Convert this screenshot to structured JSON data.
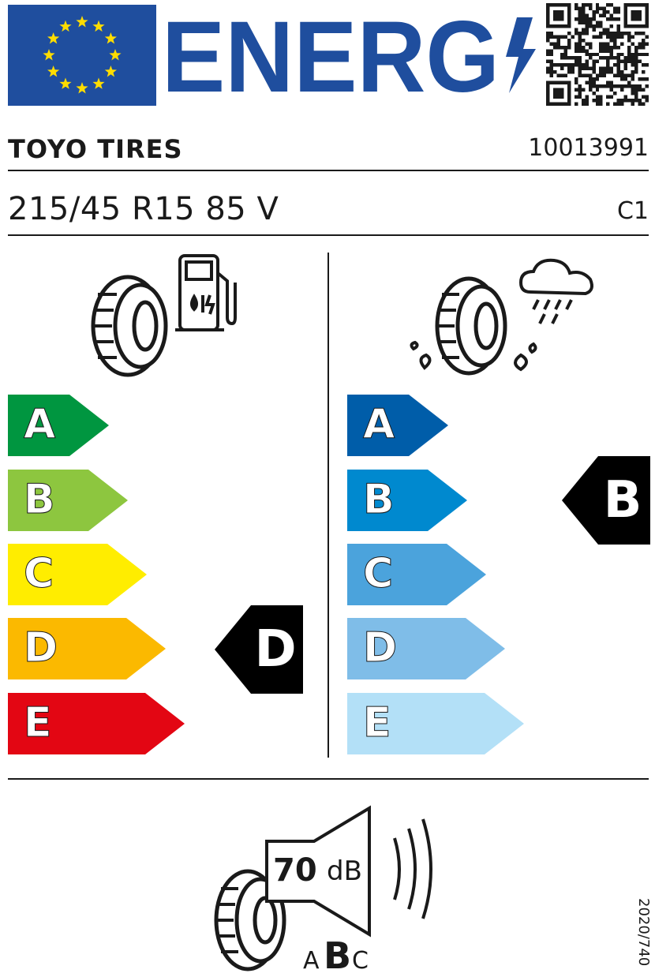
{
  "header": {
    "title": "ENERG",
    "flag_color": "#1f4e9e",
    "star_color": "#ffdd00",
    "title_color": "#1f4e9e"
  },
  "supplier": {
    "brand": "TOYO TIRES",
    "article": "10013991"
  },
  "tyre": {
    "size": "215/45 R15 85 V",
    "class": "C1"
  },
  "fuel_efficiency": {
    "icon": "fuel-pump-icon",
    "scale": [
      {
        "letter": "A",
        "color": "#009640"
      },
      {
        "letter": "B",
        "color": "#8dc63f"
      },
      {
        "letter": "C",
        "color": "#ffed00"
      },
      {
        "letter": "D",
        "color": "#fbb900"
      },
      {
        "letter": "E",
        "color": "#e30613"
      }
    ],
    "rating": "D"
  },
  "wet_grip": {
    "icon": "rain-cloud-icon",
    "scale": [
      {
        "letter": "A",
        "color": "#005da9"
      },
      {
        "letter": "B",
        "color": "#0089cf"
      },
      {
        "letter": "C",
        "color": "#4ba3dc"
      },
      {
        "letter": "D",
        "color": "#7fbde8"
      },
      {
        "letter": "E",
        "color": "#b3e0f7"
      }
    ],
    "rating": "B"
  },
  "noise": {
    "icon": "speaker-icon",
    "value": "70",
    "unit": "dB",
    "classes": [
      "A",
      "B",
      "C"
    ],
    "rating": "B"
  },
  "regulation": "2020/740"
}
